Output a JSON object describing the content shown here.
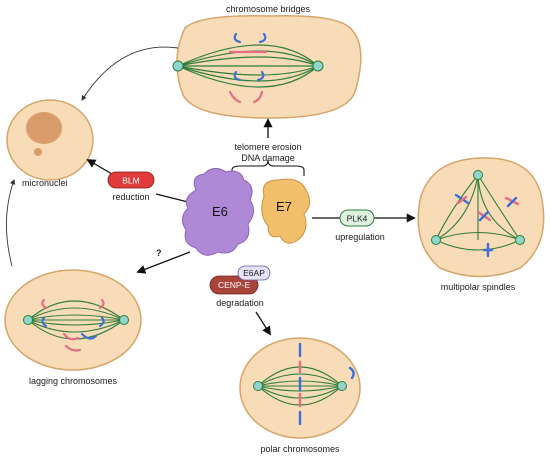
{
  "labels": {
    "chromosome_bridges": "chromosome bridges",
    "micronuclei": "micronuclei",
    "telomere_line1": "telomere erosion",
    "telomere_line2": "DNA damage",
    "reduction": "reduction",
    "upregulation": "upregulation",
    "degradation": "degradation",
    "multipolar_spindles": "multipolar spindles",
    "lagging_chromosomes": "lagging chromosomes",
    "polar_chromosomes": "polar chromosomes",
    "question": "?"
  },
  "proteins": {
    "e6": "E6",
    "e7": "E7",
    "blm": "BLM",
    "plk4": "PLK4",
    "cenpe": "CENP-E",
    "e6ap": "E6AP"
  },
  "colors": {
    "cell_fill": "#f7dcb7",
    "cell_stroke": "#d6a56a",
    "spindle": "#2f7d3b",
    "e6": "#b089d6",
    "e7": "#f2bf6a",
    "blm": "#e23b3b",
    "plk4_fill": "#dff2df",
    "cenpe": "#a9443a"
  }
}
